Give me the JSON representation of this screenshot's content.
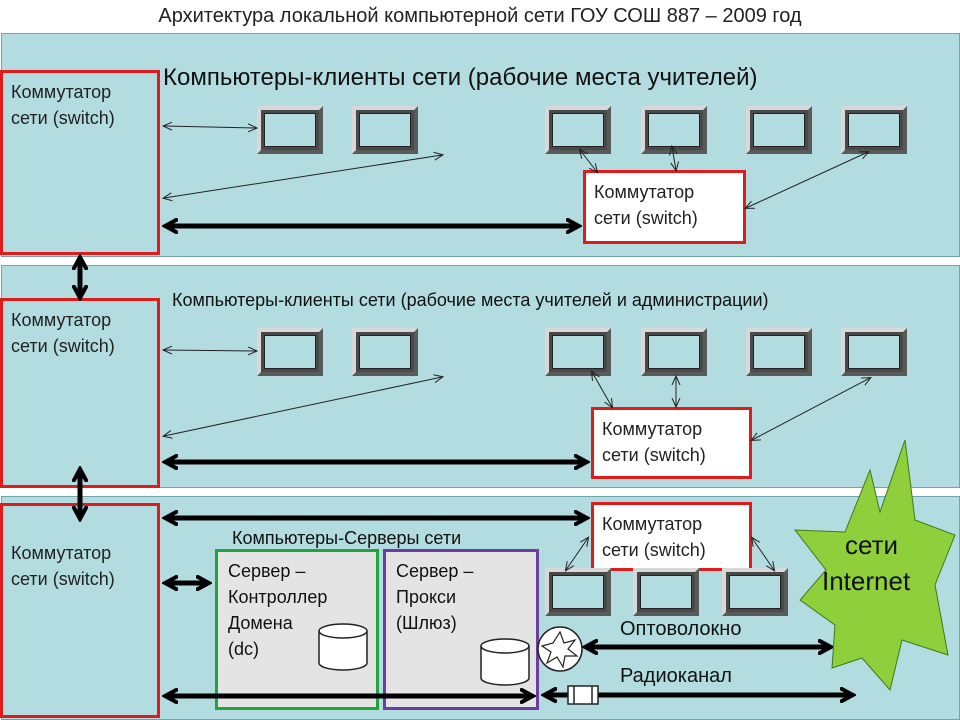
{
  "title": "Архитектура локальной компьютерной сети ГОУ СОШ 887 – 2009 год",
  "switch_label_line1": "Коммутатор",
  "switch_label_line2": "сети (switch)",
  "section1_title": "Компьютеры-клиенты сети (рабочие места учителей)",
  "section2_title": "Компьютеры-клиенты сети (рабочие места учителей и администрации)",
  "section3_title": "Компьютеры-Серверы сети",
  "server_dc": {
    "line1": "Сервер –",
    "line2": "Контроллер",
    "line3": "Домена",
    "line4": "(dc)"
  },
  "server_proxy": {
    "line1": "Сервер –",
    "line2": "Прокси",
    "line3": "(Шлюз)"
  },
  "internet": {
    "line1": "сети",
    "line2": "Internet"
  },
  "fiber_label": "Оптоволокно",
  "radio_label": "Радиоканал",
  "colors": {
    "band": "#b3dce0",
    "switch_border": "#e01b1b",
    "dc_border": "#1fa33a",
    "proxy_border": "#6b3fa0",
    "internet": "#8fcf3c"
  }
}
